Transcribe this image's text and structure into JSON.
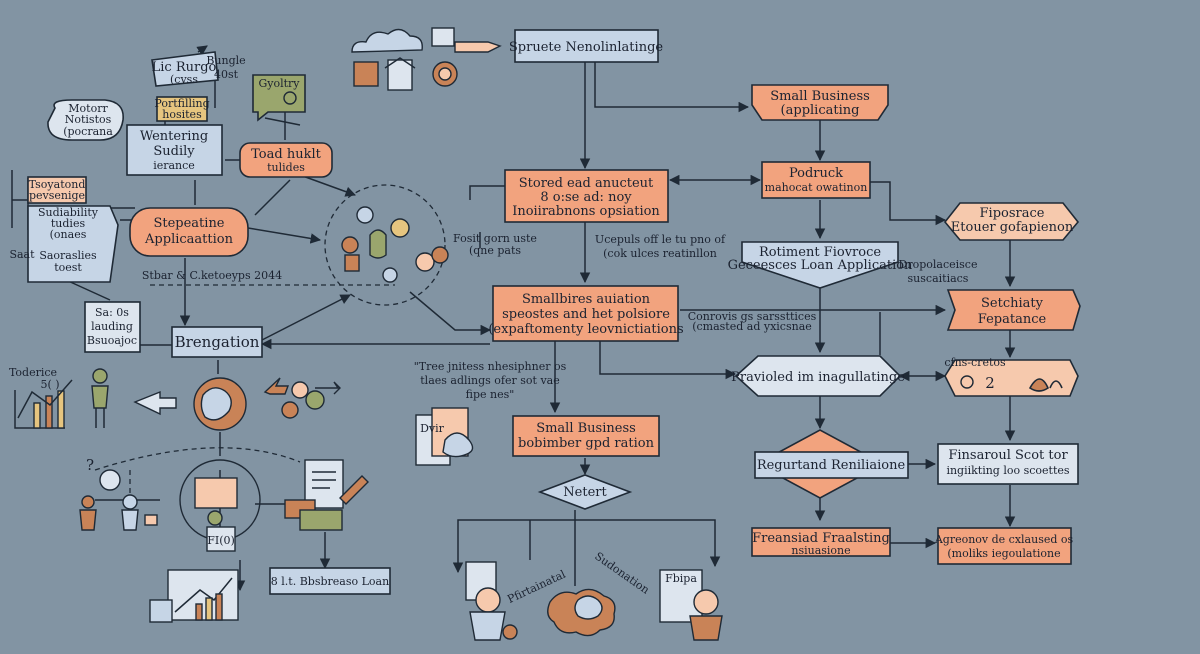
{
  "colors": {
    "background": "#8294a3",
    "salmon": "#f2a37e",
    "peach": "#f6c9ad",
    "light_blue": "#c6d5e6",
    "pale": "#dde5ee",
    "navy_line": "#1f2a36",
    "icon_orange": "#c98357",
    "icon_gold": "#e6c57f",
    "icon_olive": "#9aa66d"
  },
  "left": {
    "bubble_top": [
      "Lic Rurgo",
      "(cvss"
    ],
    "bubble_top_small": [
      "Bungle",
      "40st"
    ],
    "small_mid_top": [
      "Portfilling",
      "hosites"
    ],
    "gyoltry": "Gyoltry",
    "motor_bubble": [
      "Motorr",
      "Notistos",
      "(pocrana"
    ],
    "wentering_box": [
      "Wentering",
      "Sudily",
      "ierance"
    ],
    "toad_box": [
      "Toad huklt",
      "tulides"
    ],
    "yellow_box": [
      "Tsoyatond",
      "pevsenige"
    ],
    "side_box": [
      "Sudiability",
      "tudies",
      "(onaes",
      "Saoraslies",
      "toest"
    ],
    "saat_label": "Saat",
    "stepeatine": [
      "Stepeatine",
      "Applicaattion"
    ],
    "dashed_caption": "Stbar & C.ketoeyps 2044",
    "sa_box": [
      "Sa: 0s",
      "lauding",
      "Bsuoajoc"
    ],
    "brengation": "Brengation",
    "toderice": "Toderice",
    "chart_value": "5( )",
    "fio_label": "FI(0)",
    "loan_box": "8 l.t. Bbsbreaso Loan",
    "cluster_caption": [
      "Fosit gorn uste",
      "(qne pats"
    ]
  },
  "center": {
    "spruete": "Spruete Nenolinlatinge",
    "stored_box": [
      "Stored ead anucteut",
      "8 o:se ad: noy",
      "Inoiirabnons opsiation"
    ],
    "right_caption": [
      "Ucepuls off le tu pno of",
      "(cok ulces reatinllon"
    ],
    "smallbires_box": [
      "Smallbires auiation",
      "speostes and het polsiore",
      "(expaftomenty leovnictiations"
    ],
    "quote_caption": [
      "\"Tree jnitess nhesiphner os",
      "tlaes adlings ofer sot vae",
      "fipe nes\""
    ],
    "small_business_box": [
      "Small Business",
      "bobimber gpd ration"
    ],
    "netert": "Netert",
    "doc_label": "Dvir",
    "pfirtainatal": "Pfirtainatal",
    "sudonation": "Sudonation",
    "fbipa": "Fbipa"
  },
  "right": {
    "small_business_apply": [
      "Small Business",
      "(applicating"
    ],
    "podruck": [
      "Podruck",
      "mahocat owatinon"
    ],
    "fiposrace": [
      "Fiposrace",
      "Etouer gofapienon"
    ],
    "rotiment": [
      "Rotiment Fiovroce",
      "Geceesces Loan Application"
    ],
    "ctrl_caption": [
      "Conrovis gs sarssttices",
      "(cmasted ad yxicsnae"
    ],
    "dopopiaceie": [
      "Dropolaceisce",
      "suscaitiacs"
    ],
    "setchiaty": [
      "Setchiaty",
      "Fepatance"
    ],
    "pravioled": "Pravioled im inagullatinge",
    "tokens_title": "cfns-cretos",
    "tokens_digits": "2",
    "regurtand": "Regurtand Reniliaione",
    "finsaroul": [
      "Finsaroul Scot tor",
      "ingiikting loo scoettes"
    ],
    "freansiad": [
      "Freansiad Fraalsting",
      "nsiuasione"
    ],
    "agreonov": [
      "Agreonov de cxlaused os",
      "(moliks iegoulatione"
    ]
  }
}
